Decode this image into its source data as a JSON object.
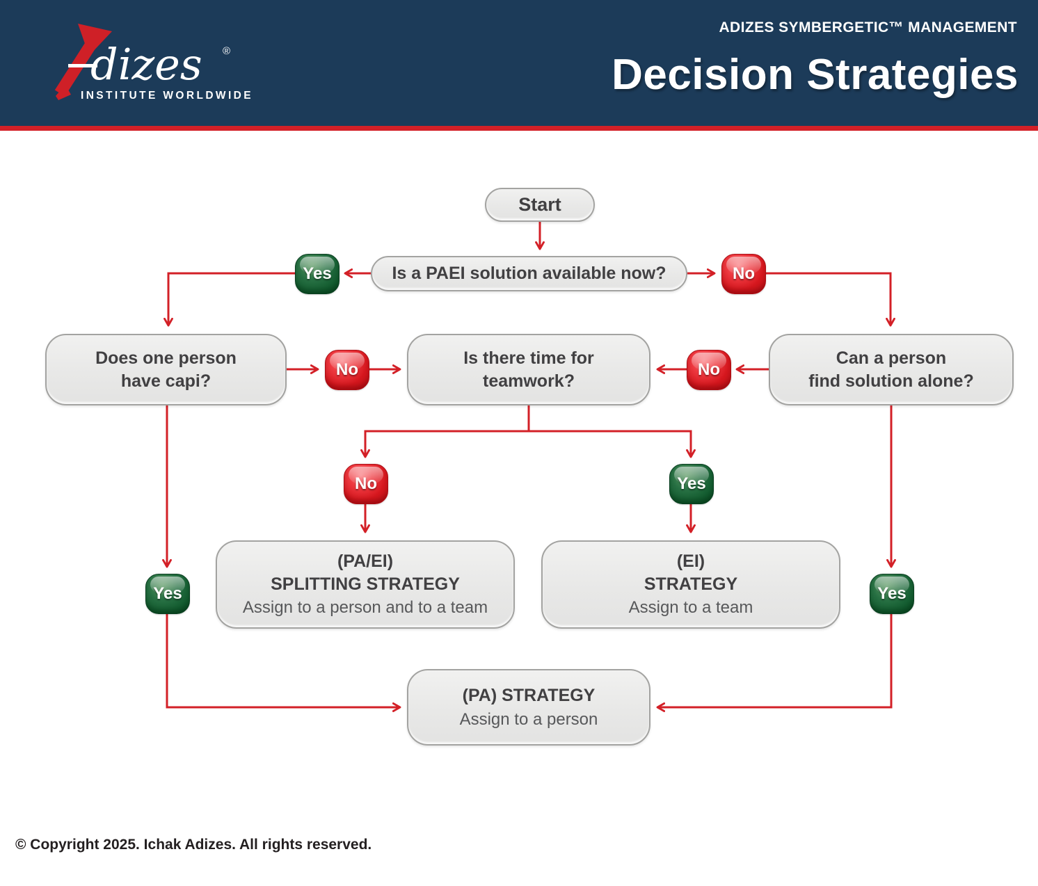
{
  "header": {
    "eyebrow": "ADIZES SYMBERGETIC™ MANAGEMENT",
    "title": "Decision Strategies",
    "logo": {
      "brand": "dizes",
      "registered": "®",
      "subtitle": "INSTITUTE WORLDWIDE"
    }
  },
  "flowchart": {
    "labels": {
      "yes": "Yes",
      "no": "No"
    },
    "nodes": {
      "start": {
        "label": "Start"
      },
      "paei": {
        "label": "Is a PAEI solution available now?"
      },
      "capi": {
        "line1": "Does one person",
        "line2": "have capi?"
      },
      "teamwork": {
        "line1": "Is there time for",
        "line2": "teamwork?"
      },
      "alone": {
        "line1": "Can a person",
        "line2": "find solution alone?"
      },
      "splitting": {
        "line1": "(PA/EI)",
        "line2": "SPLITTING STRATEGY",
        "desc": "Assign to a person and to a team"
      },
      "ei": {
        "line1": "(EI)",
        "line2": "STRATEGY",
        "desc": "Assign to a team"
      },
      "pa": {
        "line1": "(PA) STRATEGY",
        "desc": "Assign to a person"
      }
    }
  },
  "footer": {
    "copyright": "© Copyright 2025. Ichak Adizes. All rights reserved."
  },
  "colors": {
    "navy": "#1c3b59",
    "red": "#d32027",
    "green": "#135c30",
    "box_gray": "#e9e9e8",
    "text_dark": "#414042"
  }
}
